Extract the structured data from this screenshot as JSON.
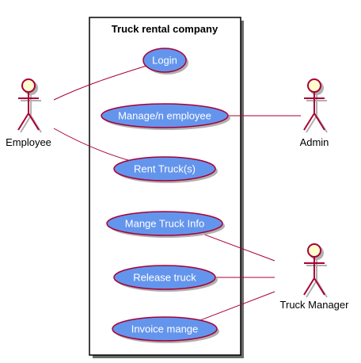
{
  "system": {
    "title": "Truck rental company"
  },
  "use_cases": {
    "login": "Login",
    "manage_employee": "Manage/n employee",
    "rent_trucks": "Rent Truck(s)",
    "mange_truck_info": "Mange Truck Info",
    "release_truck": "Release truck",
    "invoice_mange": "Invoice mange"
  },
  "actors": {
    "employee": "Employee",
    "admin": "Admin",
    "truck_manager": "Truck Manager"
  },
  "colors": {
    "use_case_fill": "#6495ed",
    "border": "#a80036",
    "actor_head_fill": "#fefece"
  }
}
